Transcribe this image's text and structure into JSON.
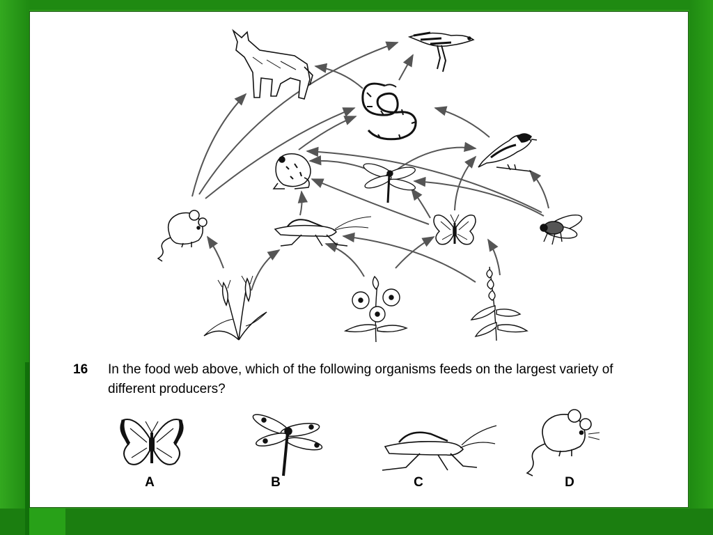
{
  "question": {
    "number": "16",
    "text": "In the food web above, which of the following organisms feeds on the largest variety of different producers?"
  },
  "choices": [
    {
      "letter": "A",
      "organism": "butterfly-icon"
    },
    {
      "letter": "B",
      "organism": "dragonfly-icon"
    },
    {
      "letter": "C",
      "organism": "grasshopper-icon"
    },
    {
      "letter": "D",
      "organism": "mouse-icon"
    }
  ],
  "colors": {
    "background": "#2f9a1c",
    "slide": "#ffffff",
    "arrow": "#555555",
    "ink": "#111111"
  }
}
